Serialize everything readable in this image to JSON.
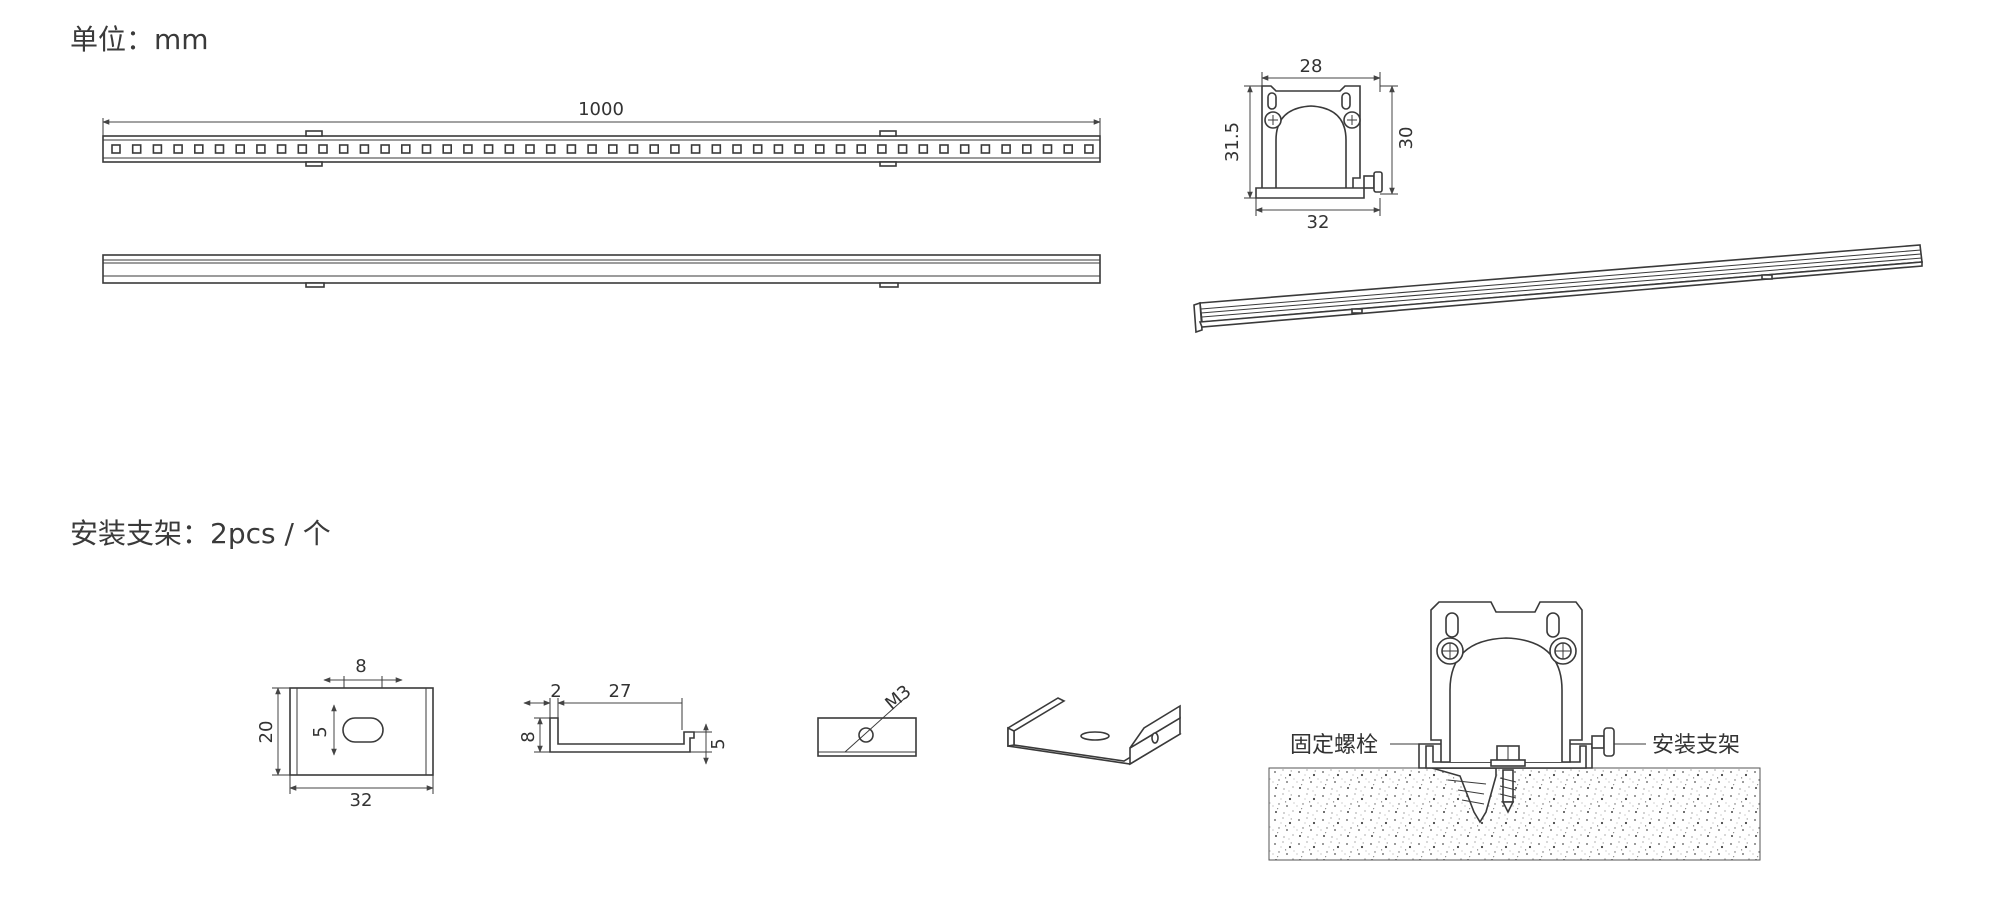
{
  "headings": {
    "unit": "单位：mm",
    "bracket": "安装支架：2pcs / 个"
  },
  "dimensions": {
    "length": "1000",
    "profile_top_width": "28",
    "profile_bottom_width": "32",
    "profile_left_height": "31.5",
    "profile_right_height": "30",
    "bracket_slot_width": "8",
    "bracket_height": "20",
    "bracket_slot_height": "5",
    "bracket_width": "32",
    "side_thickness": "2",
    "side_length": "27",
    "side_height": "8",
    "side_lip": "5",
    "screw": "M3"
  },
  "callouts": {
    "bolt": "固定螺栓",
    "bracket": "安装支架"
  }
}
